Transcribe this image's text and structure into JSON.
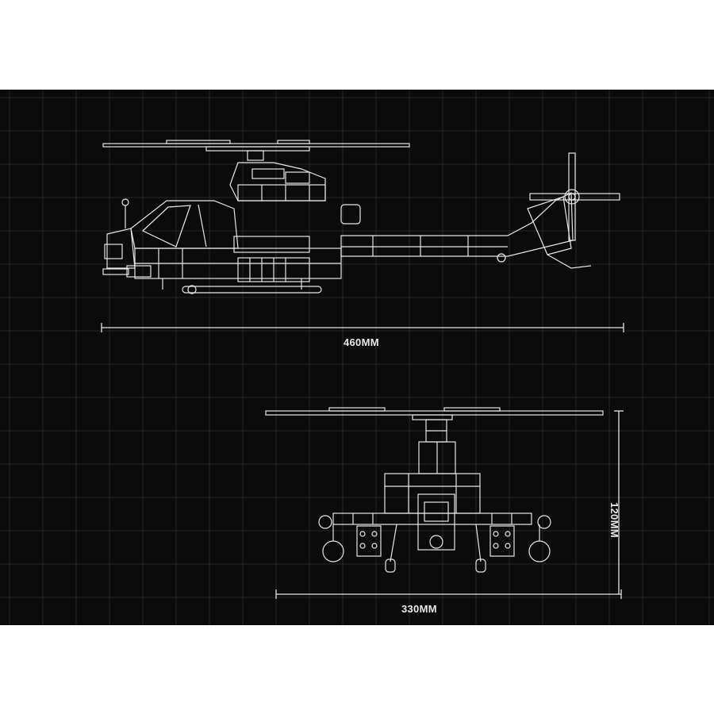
{
  "dimensions": {
    "length_label": "460MM",
    "width_label": "330MM",
    "height_label": "120MM"
  },
  "colors": {
    "background": "#0b0b0b",
    "grid": "#2a2a2a",
    "line": "#e6e6e6"
  },
  "views": [
    "side-view",
    "front-view"
  ]
}
